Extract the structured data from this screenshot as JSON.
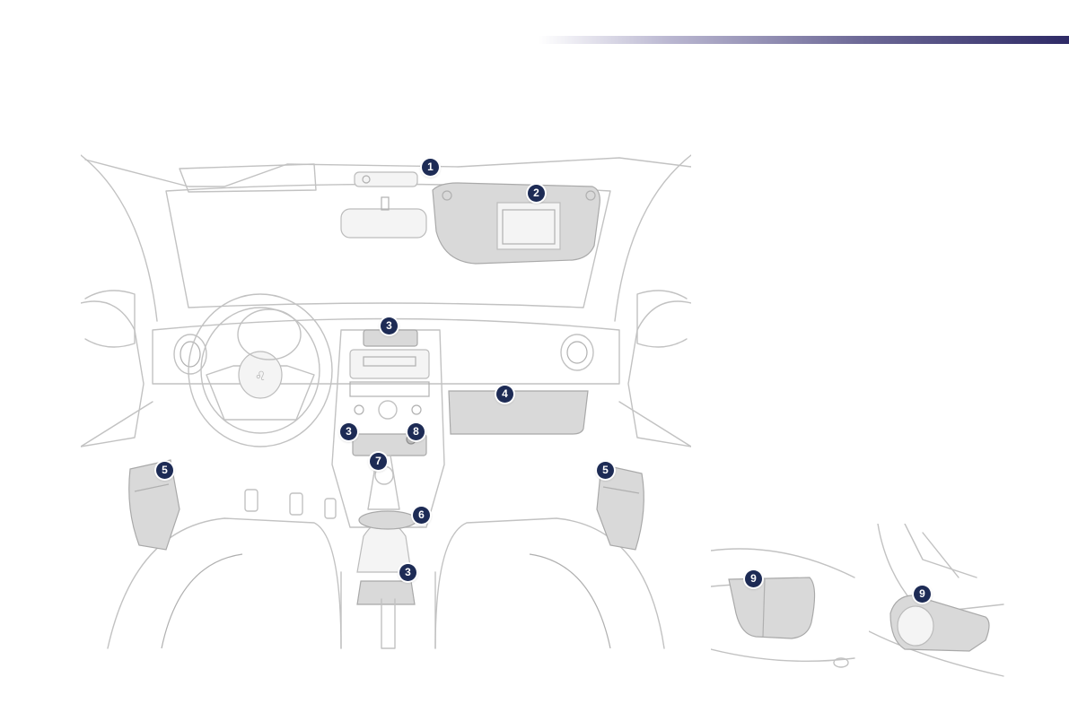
{
  "colors": {
    "callout_fill": "#1d2b55",
    "header_bar_end": "#2e2a66",
    "line_art": "#c2c2c2",
    "highlight_fill": "#d9d9d9"
  },
  "callouts": {
    "sun_visor_light": "1",
    "sun_visor_mirror": "2",
    "storage_top": "3",
    "storage_left": "3",
    "storage_tunnel": "3",
    "glove_box": "4",
    "door_pocket_left": "5",
    "door_pocket_right": "5",
    "gear_cupholder": "6",
    "usb_socket": "7",
    "accessory_socket": "8",
    "rear_pocket_left": "9",
    "rear_pocket_right": "9"
  },
  "icons": {
    "steering_logo": "lion-emblem-icon"
  }
}
